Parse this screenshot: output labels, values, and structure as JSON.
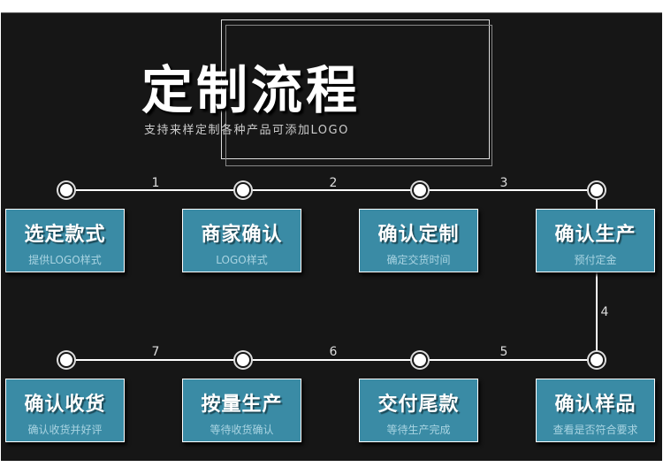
{
  "title": "定制流程",
  "subtitle": "支持来样定制各种产品可添加LOGO",
  "steps": [
    {
      "num": "1",
      "title": "选定款式",
      "desc": "提供LOGO样式"
    },
    {
      "num": "2",
      "title": "商家确认",
      "desc": "LOGO样式"
    },
    {
      "num": "3",
      "title": "确认定制",
      "desc": "确定交货时间"
    },
    {
      "num": "4",
      "title": "确认生产",
      "desc": "预付定金"
    },
    {
      "num": "5",
      "title": "确认样品",
      "desc": "查看是否符合要求"
    },
    {
      "num": "6",
      "title": "交付尾款",
      "desc": "等待生产完成"
    },
    {
      "num": "7",
      "title": "按量生产",
      "desc": "等待收货确认"
    },
    {
      "title": "确认收货",
      "desc": "确认收货并好评"
    }
  ],
  "colors": {
    "box": "#3a8ba5",
    "background": "#161616"
  }
}
